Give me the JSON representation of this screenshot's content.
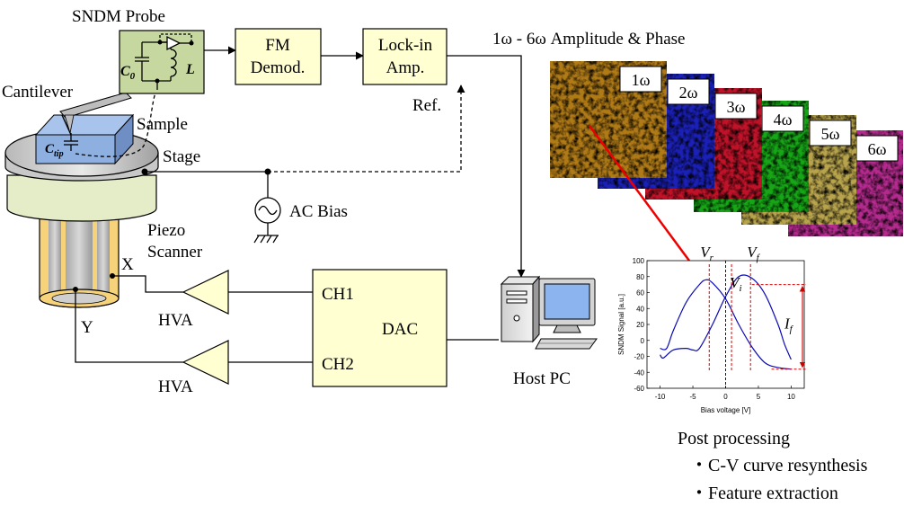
{
  "labels": {
    "probe": "SNDM Probe",
    "cantilever": "Cantilever",
    "sample": "Sample",
    "stage": "Stage",
    "piezo_line1": "Piezo",
    "piezo_line2": "Scanner",
    "x_axis": "X",
    "y_axis": "Y",
    "ac_bias": "AC Bias",
    "ref": "Ref.",
    "host_pc": "Host PC",
    "amp_phase": "1ω - 6ω Amplitude & Phase",
    "c0_sym": "C",
    "c0_sub": "0",
    "l_sym": "L",
    "ctip_sym": "C",
    "ctip_sub": "tip"
  },
  "blocks": {
    "fm_line1": "FM",
    "fm_line2": "Demod.",
    "lockin_line1": "Lock-in",
    "lockin_line2": "Amp.",
    "dac": "DAC",
    "ch1": "CH1",
    "ch2": "CH2",
    "hva1": "HVA",
    "hva2": "HVA"
  },
  "harmonics": [
    {
      "label": "1ω",
      "color": "#b07a16"
    },
    {
      "label": "2ω",
      "color": "#1a20b8"
    },
    {
      "label": "3ω",
      "color": "#c01228"
    },
    {
      "label": "4ω",
      "color": "#16a616"
    },
    {
      "label": "5ω",
      "color": "#b8a44c"
    },
    {
      "label": "6ω",
      "color": "#b42a8e"
    }
  ],
  "post": {
    "title": "Post processing",
    "items": [
      "・C-V curve resynthesis",
      "・Feature extraction"
    ]
  },
  "chart_data": {
    "type": "line",
    "xlabel": "Bias voltage [V]",
    "ylabel": "SNDM Signal [a.u.]",
    "xlim": [
      -12,
      12
    ],
    "ylim": [
      -60,
      100
    ],
    "xticks": [
      -10,
      -5,
      0,
      5,
      10
    ],
    "yticks": [
      -60,
      -40,
      -20,
      0,
      20,
      40,
      60,
      80,
      100
    ],
    "series": [
      {
        "values": [
          [
            -10,
            -18
          ],
          [
            -9.5,
            -22
          ],
          [
            -8,
            -12
          ],
          [
            -6,
            -10
          ],
          [
            -5,
            -12
          ],
          [
            -4,
            -10
          ],
          [
            -2,
            20
          ],
          [
            0,
            55
          ],
          [
            2,
            80
          ],
          [
            4,
            78
          ],
          [
            6,
            58
          ],
          [
            8,
            20
          ],
          [
            9,
            -5
          ],
          [
            10,
            -24
          ]
        ]
      },
      {
        "values": [
          [
            -10,
            -10
          ],
          [
            -9,
            -10
          ],
          [
            -8,
            12
          ],
          [
            -6,
            48
          ],
          [
            -4,
            70
          ],
          [
            -3,
            76
          ],
          [
            -2,
            72
          ],
          [
            0,
            52
          ],
          [
            2,
            20
          ],
          [
            4,
            -8
          ],
          [
            6,
            -28
          ],
          [
            8,
            -34
          ],
          [
            10,
            -36
          ]
        ]
      }
    ],
    "annotations": [
      {
        "sym": "V",
        "sub": "r",
        "x": -2.5
      },
      {
        "sym": "V",
        "sub": "i",
        "x": 0.9
      },
      {
        "sym": "V",
        "sub": "f",
        "x": 3.8
      },
      {
        "sym": "I",
        "sub": "f"
      }
    ]
  }
}
